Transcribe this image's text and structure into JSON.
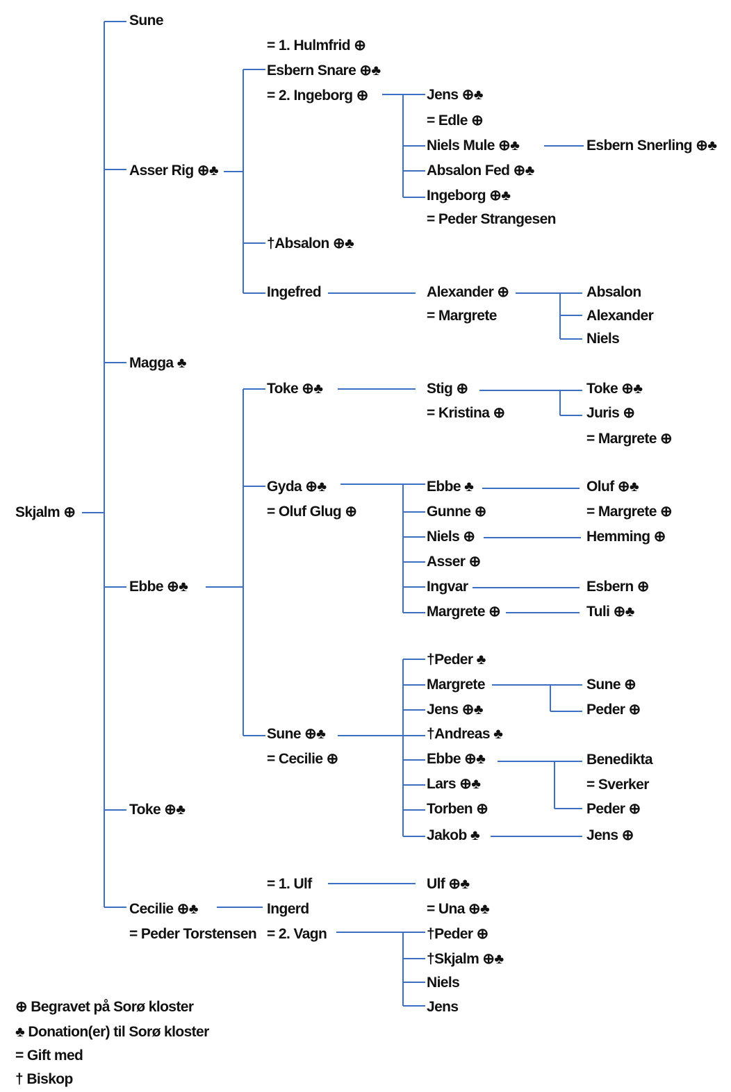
{
  "colors": {
    "line": "#3a6fc4",
    "text": "#111111",
    "background": "#ffffff"
  },
  "gen1": {
    "skjalm": "Skjalm ⊕"
  },
  "gen2": {
    "sune": "Sune",
    "asser_rig": "Asser Rig ⊕♣",
    "magga": "Magga ♣",
    "ebbe": "Ebbe ⊕♣",
    "toke": "Toke ⊕♣",
    "cecilie": "Cecilie ⊕♣",
    "cecilie_spouse": "= Peder Torstensen"
  },
  "asser_branch": {
    "hulmfrid": "= 1. Hulmfrid ⊕",
    "esbern_snare": "Esbern Snare ⊕♣",
    "ingeborg2": "= 2. Ingeborg ⊕",
    "absalon_bishop": "†Absalon ⊕♣",
    "ingefred": "Ingefred",
    "jens": "Jens ⊕♣",
    "edle": "= Edle ⊕",
    "niels_mule": "Niels Mule ⊕♣",
    "absalon_fed": "Absalon Fed ⊕♣",
    "ingeborg": "Ingeborg ⊕♣",
    "peder_strangesen": "= Peder Strangesen",
    "esbern_snerling": "Esbern Snerling ⊕♣",
    "alexander": "Alexander ⊕",
    "margrete": "= Margrete",
    "absalon": "Absalon",
    "alexander2": "Alexander",
    "niels": "Niels"
  },
  "ebbe_branch": {
    "toke": "Toke ⊕♣",
    "stig": "Stig ⊕",
    "kristina": "= Kristina ⊕",
    "toke2": "Toke ⊕♣",
    "juris": "Juris ⊕",
    "juris_spouse": "= Margrete ⊕",
    "gyda": "Gyda ⊕♣",
    "oluf_glug": "= Oluf Glug ⊕",
    "ebbe": "Ebbe ♣",
    "gunne": "Gunne ⊕",
    "niels": "Niels ⊕",
    "asser": "Asser ⊕",
    "ingvar": "Ingvar",
    "margrete": "Margrete ⊕",
    "oluf": "Oluf ⊕♣",
    "oluf_spouse": "= Margrete ⊕",
    "hemming": "Hemming ⊕",
    "esbern": "Esbern ⊕",
    "tuli": "Tuli ⊕♣",
    "sune": "Sune ⊕♣",
    "cecilie": "= Cecilie ⊕",
    "peder_bishop": "†Peder ♣",
    "margrete2": "Margrete",
    "jens": "Jens ⊕♣",
    "andreas": "†Andreas ♣",
    "ebbe2": "Ebbe ⊕♣",
    "lars": "Lars ⊕♣",
    "torben": "Torben ⊕",
    "jakob": "Jakob ♣",
    "sune2": "Sune ⊕",
    "peder": "Peder ⊕",
    "benedikta": "Benedikta",
    "sverker": "= Sverker",
    "peder2": "Peder ⊕",
    "jens2": "Jens ⊕"
  },
  "cecilie_branch": {
    "ulf1": "= 1. Ulf",
    "ingerd": "Ingerd",
    "vagn2": "= 2. Vagn",
    "ulf": "Ulf ⊕♣",
    "una": "= Una ⊕♣",
    "peder_bishop": "†Peder ⊕",
    "skjalm_bishop": "†Skjalm ⊕♣",
    "niels": "Niels",
    "jens": "Jens"
  },
  "legend": {
    "buried": "⊕ Begravet på Sorø kloster",
    "donation": "♣ Donation(er) til Sorø kloster",
    "married": "= Gift med",
    "bishop": "† Biskop"
  }
}
